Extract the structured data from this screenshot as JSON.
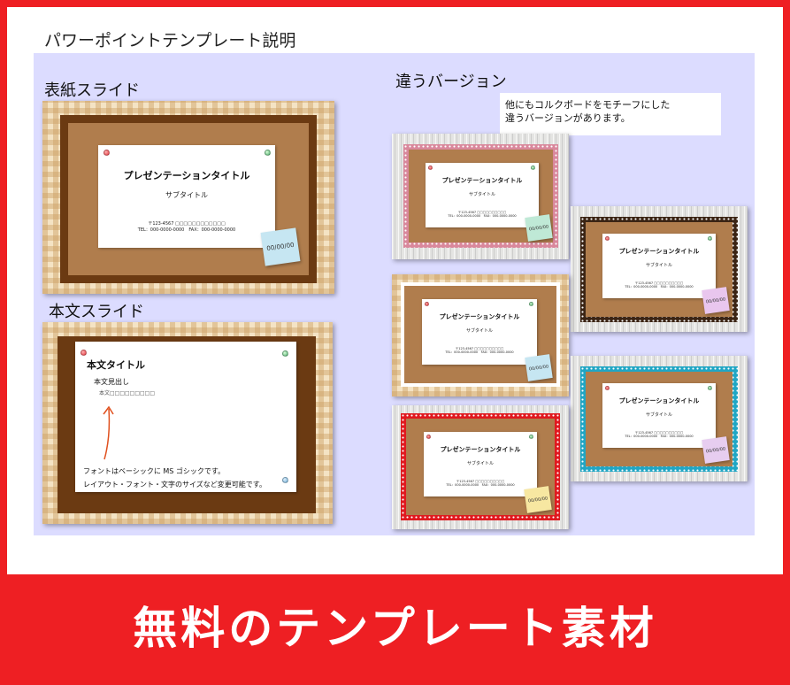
{
  "page_title": "パワーポイントテンプレート説明",
  "footer": "無料のテンプレート素材",
  "labels": {
    "cover": "表紙スライド",
    "body": "本文スライド",
    "versions": "違うバージョン"
  },
  "callout": {
    "line1": "他にもコルクボードをモチーフにした",
    "line2": "違うバージョンがあります。"
  },
  "cover_slide": {
    "title": "プレゼンテーションタイトル",
    "subtitle": "サブタイトル",
    "addr1": "〒123-4567 □□□□□□□□□□□□",
    "addr2": "TEL：000-0000-0000　FAX：000-0000-0000",
    "note": "00/00/00"
  },
  "body_slide": {
    "title": "本文タイトル",
    "heading": "本文見出し",
    "body_text": "本文□□□□□□□□□",
    "desc1": "フォントはベーシックに MS ゴシックです。",
    "desc2": "レイアウト・フォント・文字のサイズなど変更可能です。"
  },
  "versions": [
    {
      "title": "プレゼンテーションタイトル",
      "subtitle": "サブタイトル",
      "addr": "〒123-4567 □□□□□□□□□□\nTEL：000-0000-0000　FAX：000-0000-0000",
      "note": "00/00/00",
      "frame": "pink-dots",
      "note_color": "#bfe9d6"
    },
    {
      "title": "プレゼンテーションタイトル",
      "subtitle": "サブタイトル",
      "addr": "〒123-4567 □□□□□□□□□□\nTEL：000-0000-0000　FAX：000-0000-0000",
      "note": "00/00/00",
      "frame": "brown-dots",
      "note_color": "#e9c6ee"
    },
    {
      "title": "プレゼンテーションタイトル",
      "subtitle": "サブタイトル",
      "addr": "〒123-4567 □□□□□□□□□□\nTEL：000-0000-0000　FAX：000-0000-0000",
      "note": "00/00/00",
      "frame": "gingham",
      "note_color": "#c6e6f2"
    },
    {
      "title": "プレゼンテーションタイトル",
      "subtitle": "サブタイトル",
      "addr": "〒123-4567 □□□□□□□□□□\nTEL：000-0000-0000　FAX：000-0000-0000",
      "note": "00/00/00",
      "frame": "blue-dots",
      "note_color": "#e7cdf0"
    },
    {
      "title": "プレゼンテーションタイトル",
      "subtitle": "サブタイトル",
      "addr": "〒123-4567 □□□□□□□□□□\nTEL：000-0000-0000　FAX：000-0000-0000",
      "note": "00/00/00",
      "frame": "red-dots",
      "note_color": "#f7e7a1"
    }
  ],
  "colors": {
    "brand_red": "#ee1f23",
    "lavender": "#dcdcff",
    "cork": "#b07d4d",
    "dark_brown_frame": "#6b3a12"
  }
}
